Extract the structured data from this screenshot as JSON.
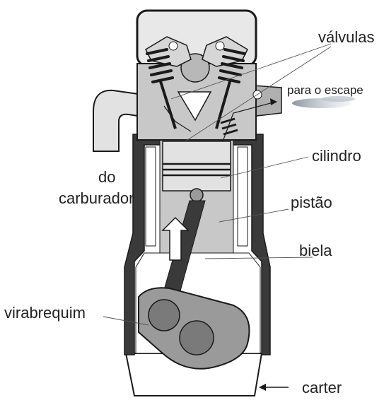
{
  "labels": {
    "valves": "válvulas",
    "exhaust": "para o escape",
    "from": "do",
    "carburetor": "carburador",
    "cylinder": "cilindro",
    "piston": "pistão",
    "connecting_rod": "biela",
    "crankshaft": "virabrequim",
    "crankcase": "carter"
  },
  "colors": {
    "engine_dark": "#3a3a3a",
    "engine_mid": "#9a9a9a",
    "engine_light": "#c8c8c8",
    "engine_pale": "#e2e2e2",
    "line": "#1a1a1a",
    "label_text": "#222222",
    "smoke": "#9aa4b0"
  }
}
